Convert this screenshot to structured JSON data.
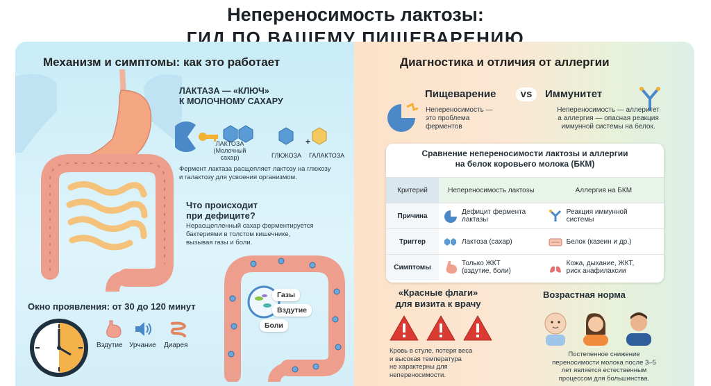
{
  "title": {
    "line1": "Непереносимость лактозы:",
    "line2": "ГИД ПО ВАШЕМУ ПИЩЕВАРЕНИЮ"
  },
  "left": {
    "header": "Механизм и симптомы: как это работает",
    "lactase_title_1": "ЛАКТАЗА — «КЛЮЧ»",
    "lactase_title_2": "К МОЛОЧНОМУ САХАРУ",
    "lactose_label_1": "ЛАКТОЗА",
    "lactose_label_2": "(Молочный",
    "lactose_label_3": "сахар)",
    "glucose_label": "ГЛЮКОЗА",
    "plus": "+",
    "galactose_label": "ГАЛАКТОЗА",
    "enzyme_desc_1": "Фермент лактаза расщепляет лактозу на глюкозу",
    "enzyme_desc_2": "и галактозу для усвоения организмом.",
    "deficit_title_1": "Что происходит",
    "deficit_title_2": "при дефиците?",
    "deficit_desc_1": "Нерасщепленный сахар ферментируется",
    "deficit_desc_2": "бактериями в толстом кишечнике,",
    "deficit_desc_3": "вызывая газы и боли.",
    "bubbles": [
      "Газы",
      "Вздутие",
      "Боли"
    ],
    "window_title": "Окно проявления: от 30 до 120 минут",
    "symptoms": [
      "Вздутие",
      "Урчание",
      "Диарея"
    ]
  },
  "right": {
    "header": "Диагностика и отличия от аллергии",
    "digestion_title": "Пищеварение",
    "vs": "vs",
    "immunity_title": "Иммунитет",
    "digestion_desc_1": "Непереносимость —",
    "digestion_desc_2": "это проблема",
    "digestion_desc_3": "ферментов",
    "immunity_desc_1": "Непереносимость — аллеритет",
    "immunity_desc_2": "а аллергия — опасная реакция",
    "immunity_desc_3": "иммунной системы на белок.",
    "table_title_1": "Сравнение непереносимости лактозы и аллергии",
    "table_title_2": "на белок коровьего молока (БКМ)",
    "table_headers": [
      "Критерий",
      "Непереносимость лактозы",
      "Аллергия на БКМ"
    ],
    "table_rows": [
      {
        "crit": "Причина",
        "intol": "Дефицит фермента лактазы",
        "allergy": "Реакция иммунной системы"
      },
      {
        "crit": "Триггер",
        "intol": "Лактоза (сахар)",
        "allergy": "Белок (казеин и др.)"
      },
      {
        "crit": "Симптомы",
        "intol": "Только ЖКТ (вздутие, боли)",
        "allergy": "Кожа, дыхание, ЖКТ, риск анафилаксии"
      }
    ],
    "red_flags_title_1": "«Красные флаги»",
    "red_flags_title_2": "для визита к врачу",
    "red_flags_desc_1": "Кровь в стуле, потеря веса",
    "red_flags_desc_2": "и высокая температура",
    "red_flags_desc_3": "не характерны для",
    "red_flags_desc_4": "непереносимости.",
    "age_title": "Возрастная норма",
    "age_desc_1": "Постепенное снижение",
    "age_desc_2": "переносимости молока после 3–5",
    "age_desc_3": "лет является естественным",
    "age_desc_4": "процессом для большинства."
  },
  "colors": {
    "left_bg": "#c9ecf7",
    "right_bg": "#fde2c9",
    "hexagon_blue": "#5b9bd5",
    "warning_red": "#d93a32",
    "intestine_pink": "#f0a08f"
  }
}
